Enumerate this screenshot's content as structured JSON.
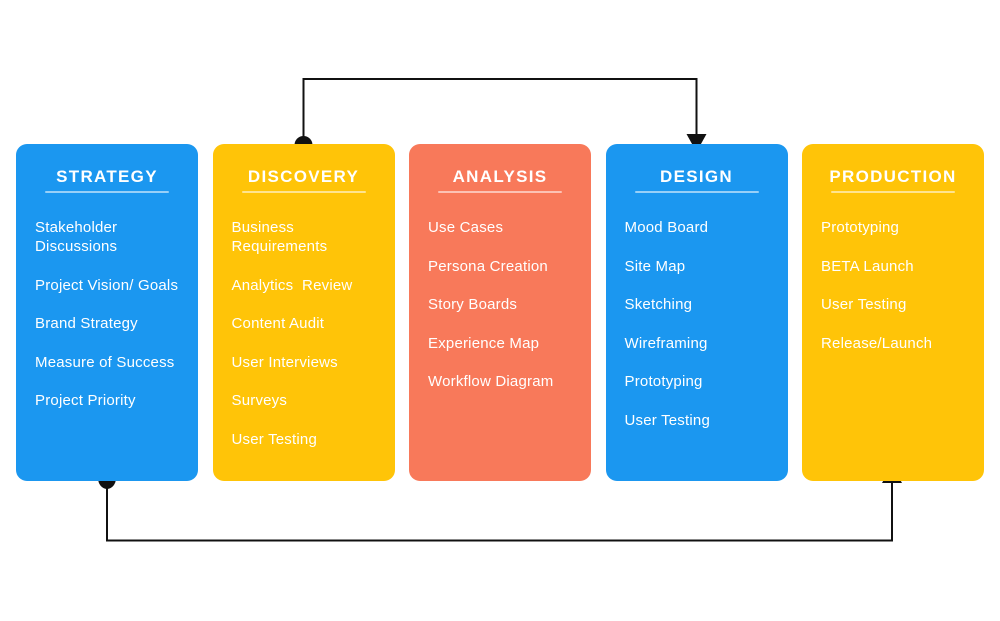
{
  "diagram": {
    "type": "process-flow",
    "background": "#ffffff",
    "colors": {
      "blue": "#1B97F0",
      "yellow": "#FFC408",
      "orange": "#F8795A",
      "connector": "#111111",
      "text": "#ffffff"
    },
    "columns": [
      {
        "id": "strategy",
        "label": "STRATEGY",
        "color": "#1B97F0",
        "items": [
          "Stakeholder Discussions",
          "Project Vision/ Goals",
          "Brand Strategy",
          "Measure of Success",
          "Project Priority"
        ]
      },
      {
        "id": "discovery",
        "label": "DISCOVERY",
        "color": "#FFC408",
        "items": [
          "Business Requirements",
          "Analytics  Review",
          "Content Audit",
          "User Interviews",
          "Surveys",
          "User Testing"
        ]
      },
      {
        "id": "analysis",
        "label": "ANALYSIS",
        "color": "#F8795A",
        "items": [
          "Use Cases",
          "Persona Creation",
          "Story Boards",
          "Experience Map",
          "Workflow Diagram"
        ]
      },
      {
        "id": "design",
        "label": "DESIGN",
        "color": "#1B97F0",
        "items": [
          "Mood Board",
          "Site Map",
          "Sketching",
          "Wireframing",
          "Prototyping",
          "User Testing"
        ]
      },
      {
        "id": "production",
        "label": "PRODUCTION",
        "color": "#FFC408",
        "items": [
          "Prototyping",
          "BETA Launch",
          "User Testing",
          "Release/Launch"
        ]
      }
    ],
    "connectors": [
      {
        "id": "top",
        "from": "DISCOVERY",
        "to": "DESIGN",
        "start_marker": "dot",
        "end_marker": "arrow",
        "route": "over-the-top"
      },
      {
        "id": "bottom",
        "from": "STRATEGY",
        "to": "PRODUCTION",
        "start_marker": "dot",
        "end_marker": "arrow",
        "route": "under-the-bottom"
      }
    ]
  }
}
